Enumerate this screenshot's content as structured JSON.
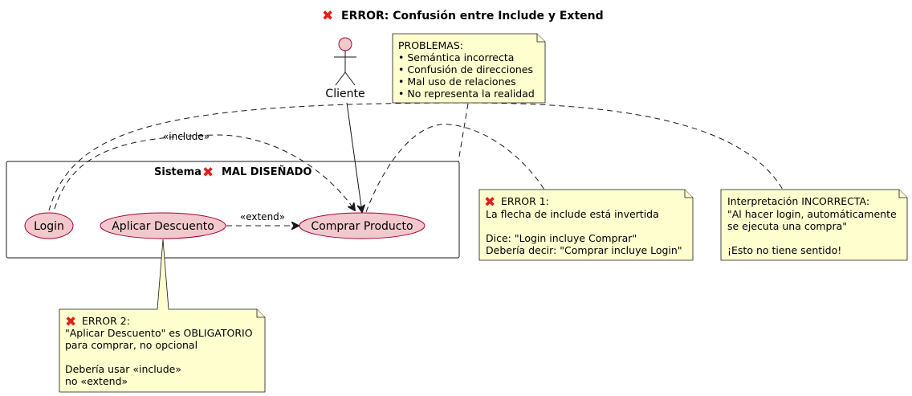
{
  "title": {
    "icon": "x-mark-icon",
    "text": "ERROR: Confusión entre Include y Extend"
  },
  "actor": {
    "name": "Cliente"
  },
  "system": {
    "label": "Sistema",
    "icon": "x-mark-icon",
    "suffix": "MAL DISEÑADO"
  },
  "use_cases": {
    "login": "Login",
    "descuento": "Aplicar Descuento",
    "comprar": "Comprar Producto"
  },
  "relations": {
    "include": "«include»",
    "extend": "«extend»"
  },
  "notes": {
    "problemas": {
      "lines": [
        "PROBLEMAS:",
        "• Semántica incorrecta",
        "• Confusión de direcciones",
        "• Mal uso de relaciones",
        "• No representa la realidad"
      ]
    },
    "error1": {
      "icon": "x-mark-icon",
      "heading": "ERROR 1:",
      "lines": [
        "La flecha de include está invertida",
        "",
        "Dice: \"Login incluye Comprar\"",
        "Debería decir: \"Comprar incluye Login\""
      ]
    },
    "interpretacion": {
      "lines": [
        "Interpretación INCORRECTA:",
        "\"Al hacer login, automáticamente",
        "se ejecuta una compra\"",
        "",
        "¡Esto no tiene sentido!"
      ]
    },
    "error2": {
      "icon": "x-mark-icon",
      "heading": "ERROR 2:",
      "lines": [
        "\"Aplicar Descuento\" es OBLIGATORIO",
        "para comprar, no opcional",
        "",
        "Debería usar «include»",
        "no «extend»"
      ]
    }
  },
  "colors": {
    "note_fill": "#fefece",
    "use_case_fill": "#f2c8cc",
    "use_case_border": "#a80036",
    "error_red": "#e0201b",
    "line": "#181818"
  }
}
